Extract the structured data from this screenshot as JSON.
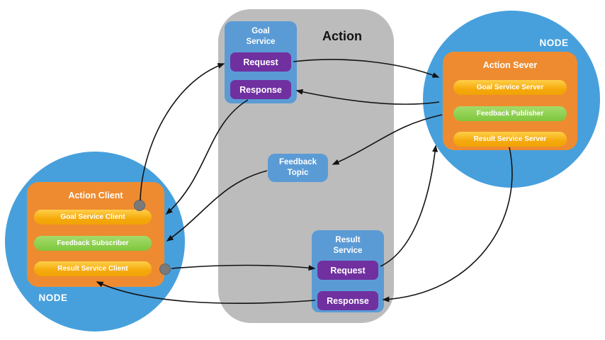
{
  "action": {
    "label": "Action"
  },
  "goal_service": {
    "title": "Goal Service",
    "request_label": "Request",
    "response_label": "Response"
  },
  "feedback_topic": {
    "title": "Feedback Topic"
  },
  "result_service": {
    "title": "Result Service",
    "request_label": "Request",
    "response_label": "Response"
  },
  "client_node": {
    "node_label": "NODE",
    "box_title": "Action Client",
    "pills": [
      {
        "label": "Goal Service Client"
      },
      {
        "label": "Feedback Subscriber"
      },
      {
        "label": "Result Service Client"
      }
    ]
  },
  "server_node": {
    "node_label": "NODE",
    "box_title": "Action Sever",
    "pills": [
      {
        "label": "Goal Service Server"
      },
      {
        "label": "Feedback Publisher"
      },
      {
        "label": "Result Service Server"
      }
    ]
  },
  "colors": {
    "node_circle_blue": "#47a0dc",
    "service_box_blue": "#5b9bd5",
    "button_purple": "#7030a0",
    "orange_box": "#ee8b30",
    "pill_yellow": "#f6a90c",
    "pill_green": "#7ec73f",
    "container_gray": "#bcbcbc",
    "connector_dot_gray": "#7a7a7a"
  }
}
